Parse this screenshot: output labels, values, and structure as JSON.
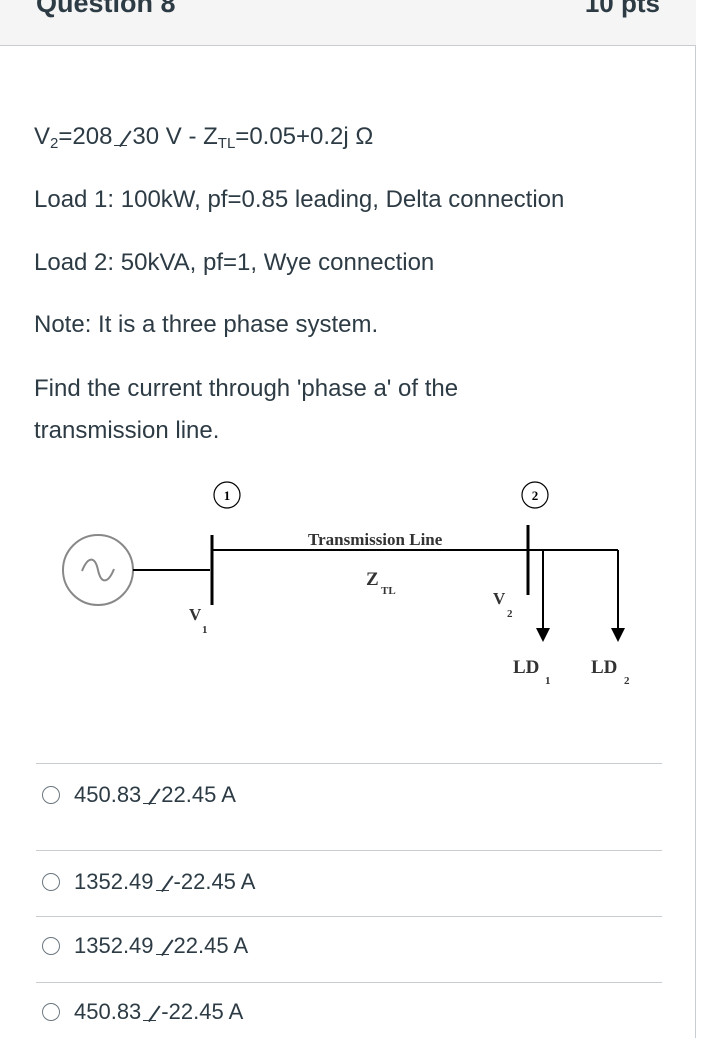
{
  "header": {
    "title": "Question 8",
    "points": "10 pts"
  },
  "question": {
    "line1_v": "V",
    "line1_v_sub": "2",
    "line1_v_val": "=208",
    "line1_v_ang": "30 V  -  Z",
    "line1_z_sub": "TL",
    "line1_z_val": "=0.05+0.2j Ω",
    "load1": "Load 1: 100kW, pf=0.85 leading, Delta connection",
    "load2": "Load 2: 50kVA, pf=1, Wye connection",
    "note": "Note: It is a  three phase system.",
    "find": "Find the current through 'phase a' of the transmission line."
  },
  "diagram": {
    "bus1": "1",
    "bus2": "2",
    "tl_label": "Transmission Line",
    "z_label": "Z",
    "z_sub": "TL",
    "v1": "V",
    "v1_sub": "1",
    "v2": "V",
    "v2_sub": "2",
    "ld1": "LD",
    "ld1_sub": "1",
    "ld2": "LD",
    "ld2_sub": "2"
  },
  "answers": [
    {
      "mag": "450.83",
      "ang": "22.45 A"
    },
    {
      "mag": "1352.49",
      "ang": "-22.45 A"
    },
    {
      "mag": "1352.49",
      "ang": "22.45 A"
    },
    {
      "mag": "450.83",
      "ang": "-22.45 A"
    }
  ]
}
